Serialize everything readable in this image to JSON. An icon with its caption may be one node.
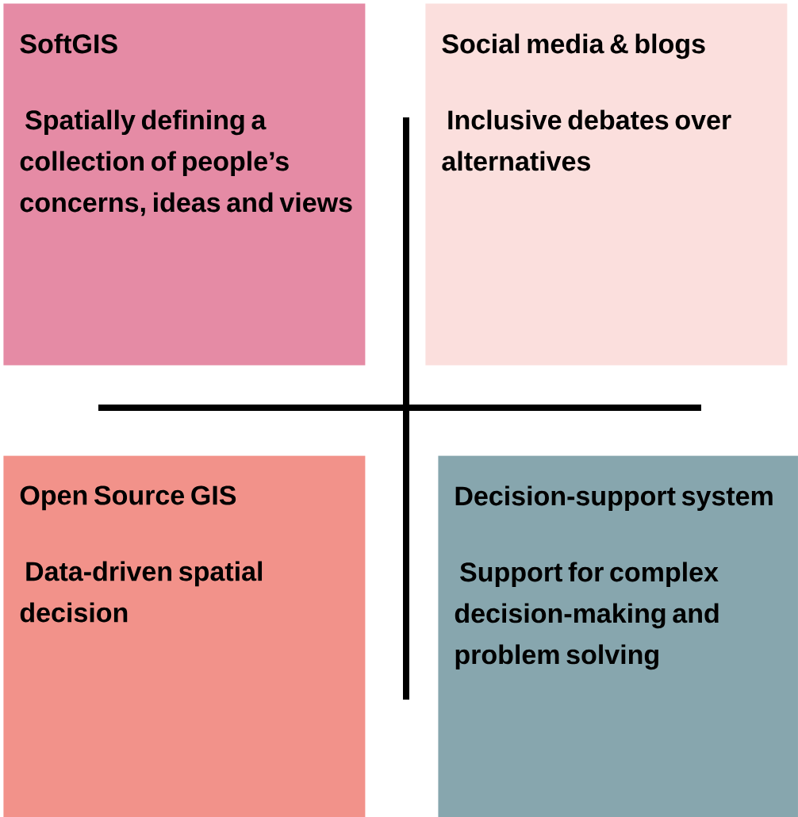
{
  "diagram": {
    "nodes": [
      {
        "text": [
          "SoftGIS",
          "Spatially defining a collection of people’s concerns, ideas and views"
        ]
      },
      {
        "text": [
          "Social media & blogs",
          "Inclusive debates over alternatives"
        ]
      },
      {
        "text": [
          "Open Source GIS",
          "Data-driven spatial decision"
        ]
      },
      {
        "text": [
          "Decision-support system",
          "Support for complex decision-making and problem solving"
        ]
      }
    ]
  }
}
